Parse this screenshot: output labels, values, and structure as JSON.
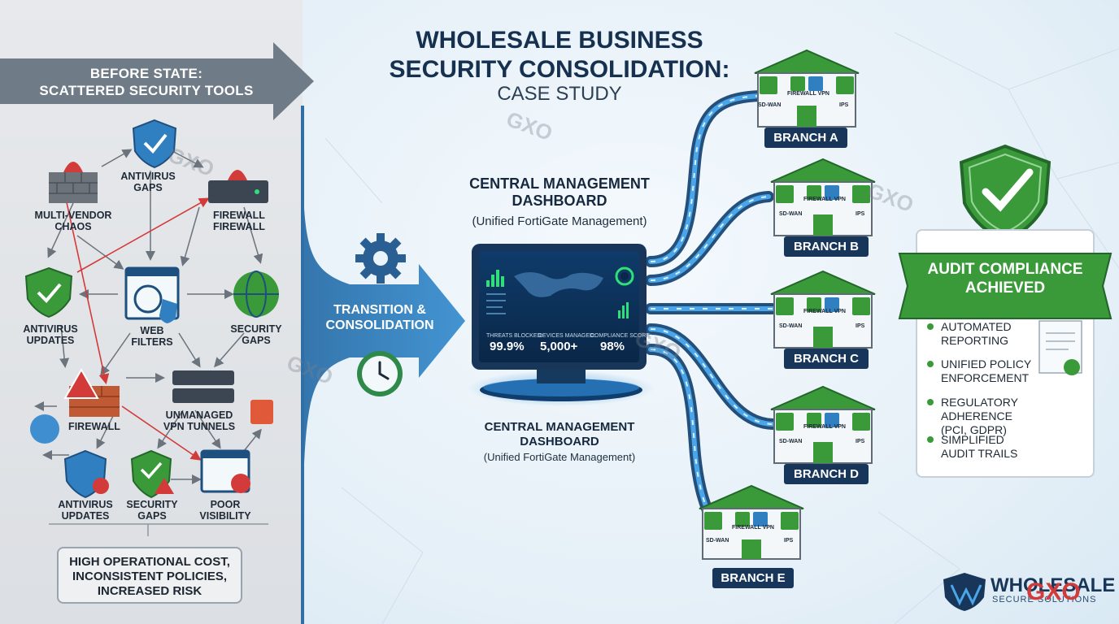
{
  "title": "WHOLESALE BUSINESS\nSECURITY CONSOLIDATION:",
  "title_line1": "WHOLESALE BUSINESS",
  "title_line2": "SECURITY CONSOLIDATION:",
  "subtitle": "CASE STUDY",
  "before_state": {
    "label_line1": "BEFORE STATE:",
    "label_line2": "SCATTERED SECURITY TOOLS",
    "nodes": {
      "antivirus_gaps": {
        "line1": "ANTIVIRUS",
        "line2": "GAPS"
      },
      "multi_vendor": {
        "line1": "MULTI-VENDOR",
        "line2": "CHAOS"
      },
      "firewall_firewall": {
        "line1": "FIREWALL",
        "line2": "FIREWALL"
      },
      "antivirus_updates_top": {
        "line1": "ANTIVIRUS",
        "line2": "UPDATES"
      },
      "web_filters": {
        "line1": "WEB",
        "line2": "FILTERS"
      },
      "security_gaps_top": {
        "line1": "SECURITY",
        "line2": "GAPS"
      },
      "firewall": {
        "line1": "FIREWALL"
      },
      "vpn_tunnels": {
        "line1": "UNMANAGED",
        "line2": "VPN TUNNELS"
      },
      "antivirus_updates_bottom": {
        "line1": "ANTIVIRUS",
        "line2": "UPDATES"
      },
      "security_gaps_bottom": {
        "line1": "SECURITY",
        "line2": "GAPS"
      },
      "poor_visibility": {
        "line1": "POOR",
        "line2": "VISIBILITY"
      }
    },
    "summary_line1": "HIGH OPERATIONAL COST,",
    "summary_line2": "INCONSISTENT POLICIES,",
    "summary_line3": "INCREASED RISK"
  },
  "transition": {
    "line1": "TRANSITION &",
    "line2": "CONSOLIDATION"
  },
  "central": {
    "title_line1": "CENTRAL MANAGEMENT",
    "title_line2": "DASHBOARD",
    "subtitle": "(Unified FortiGate Management)",
    "stats": [
      {
        "label": "THREATS BLOCKED:",
        "value": "99.9%"
      },
      {
        "label": "DEVICES MANAGED:",
        "value": "5,000+"
      },
      {
        "label": "COMPLIANCE SCORE:",
        "value": "98%"
      }
    ]
  },
  "branches": [
    {
      "label": "BRANCH A",
      "modules": [
        "SD-WAN",
        "FIREWALL VPN",
        "IPS"
      ]
    },
    {
      "label": "BRANCH B",
      "modules": [
        "SD-WAN",
        "FIREWALL VPN",
        "IPS"
      ]
    },
    {
      "label": "BRANCH C",
      "modules": [
        "SD-WAN",
        "FIREWALL VPN",
        "IPS"
      ]
    },
    {
      "label": "BRANCH D",
      "modules": [
        "SD-WAN",
        "FIREWALL VPN",
        "IPS"
      ]
    },
    {
      "label": "BRANCH E",
      "modules": [
        "SD-WAN",
        "FIREWALL VPN",
        "IPS"
      ]
    }
  ],
  "audit": {
    "banner_line1": "AUDIT COMPLIANCE",
    "banner_line2": "ACHIEVED",
    "items": [
      {
        "line1": "AUTOMATED",
        "line2": "REPORTING"
      },
      {
        "line1": "UNIFIED POLICY",
        "line2": "ENFORCEMENT"
      },
      {
        "line1": "REGULATORY ADHERENCE",
        "line2": "(PCI, GDPR)"
      },
      {
        "line1": "SIMPLIFIED",
        "line2": "AUDIT TRAILS"
      }
    ]
  },
  "logo": {
    "name": "WHOLESALE",
    "tagline": "SECURE SOLUTIONS",
    "mark": "GXO"
  },
  "watermark": "GXO",
  "colors": {
    "navy": "#17365a",
    "accent_blue": "#2f7fc1",
    "green": "#3a9a3a",
    "alert_red": "#d33a3a",
    "gray_arrow": "#6f7b86"
  }
}
